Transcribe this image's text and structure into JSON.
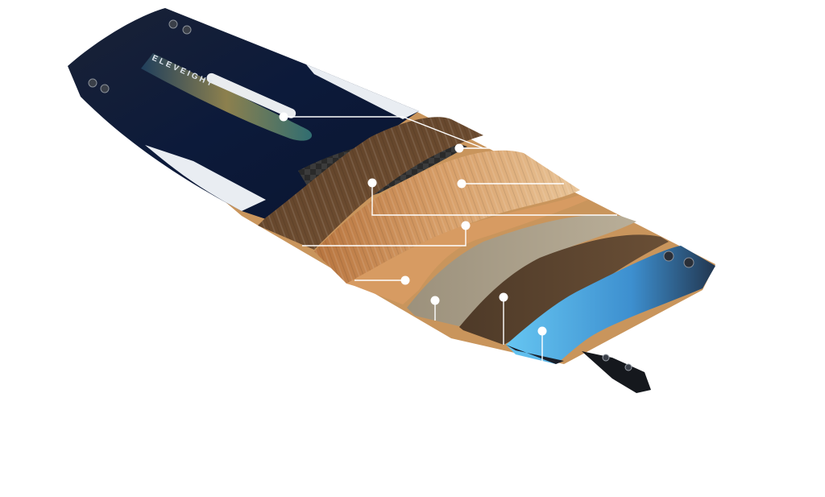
{
  "board": {
    "brand": "ELEVEIGHT",
    "colors": {
      "top_sheet": "#0d1c33",
      "carbon": "#2b2b2b",
      "wood_dark": "#6b4a2f",
      "wood_light": "#c98a55",
      "glass_weave": "#8f8472",
      "base_blue": "#4aa8d8",
      "rail_edge": "#c9955c"
    },
    "icons": [
      "insert-icon",
      "fin-icon"
    ]
  },
  "callouts": [
    {
      "id": "top-sheet"
    },
    {
      "id": "carbon-layer"
    },
    {
      "id": "wood-core-dark"
    },
    {
      "id": "wood-core-light"
    },
    {
      "id": "insert"
    },
    {
      "id": "sidewall"
    },
    {
      "id": "glass-layer"
    },
    {
      "id": "bottom-glass"
    },
    {
      "id": "base"
    }
  ]
}
